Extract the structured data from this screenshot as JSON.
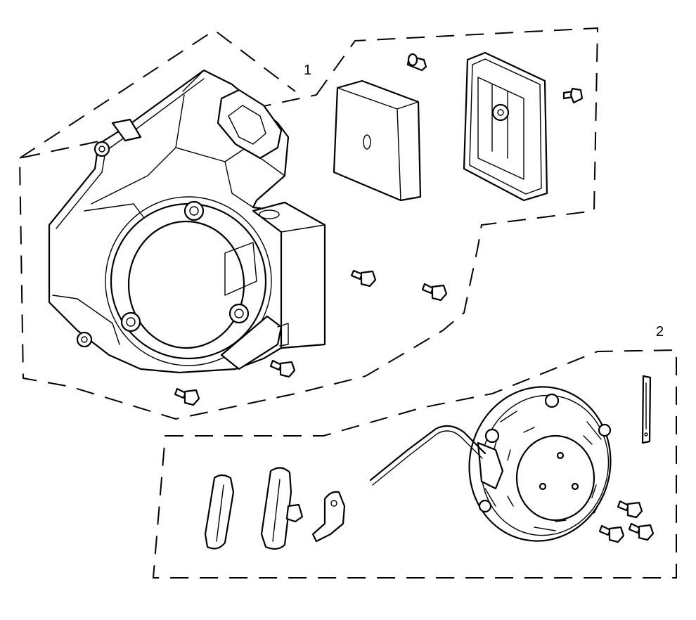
{
  "diagram": {
    "callouts": [
      {
        "id": "callout-1",
        "label": "1"
      },
      {
        "id": "callout-2",
        "label": "2"
      }
    ],
    "groups": [
      {
        "name": "blower-housing-group",
        "callout": "1"
      },
      {
        "name": "recoil-starter-group",
        "callout": "2"
      }
    ]
  }
}
